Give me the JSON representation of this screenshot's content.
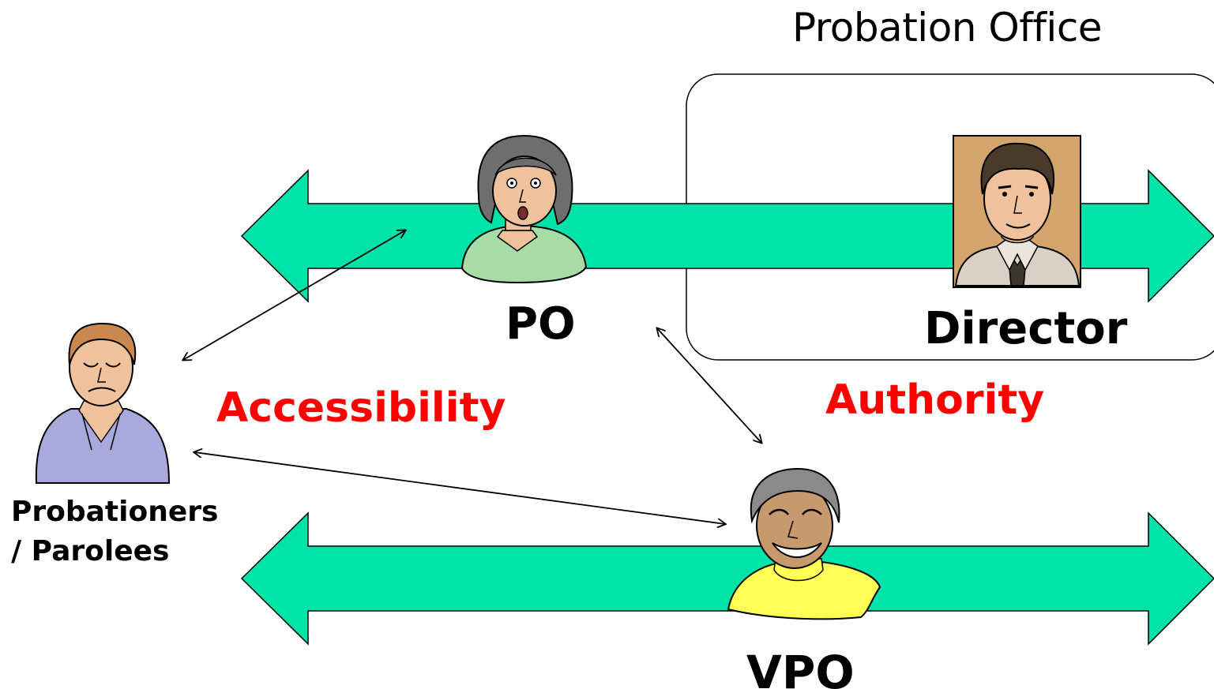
{
  "office": {
    "title": "Probation Office"
  },
  "roles": {
    "po": "PO",
    "director": "Director",
    "vpo": "VPO"
  },
  "traits": {
    "accessibility": "Accessibility",
    "authority": "Authority"
  },
  "probationers": {
    "line1": "Probationers",
    "line2": "/ Parolees"
  },
  "colors": {
    "band": "#00e3a8",
    "trait_text": "#ff0000",
    "po_shirt": "#a6dca6",
    "vpo_shirt": "#ffff55",
    "probationer_shirt": "#a9a9dd",
    "director_frame": "#d3a56c",
    "skin": "#f0c29c"
  },
  "icons": {
    "po": "po-person-icon",
    "director": "director-portrait-icon",
    "vpo": "vpo-person-icon",
    "probationer": "probationer-person-icon"
  }
}
